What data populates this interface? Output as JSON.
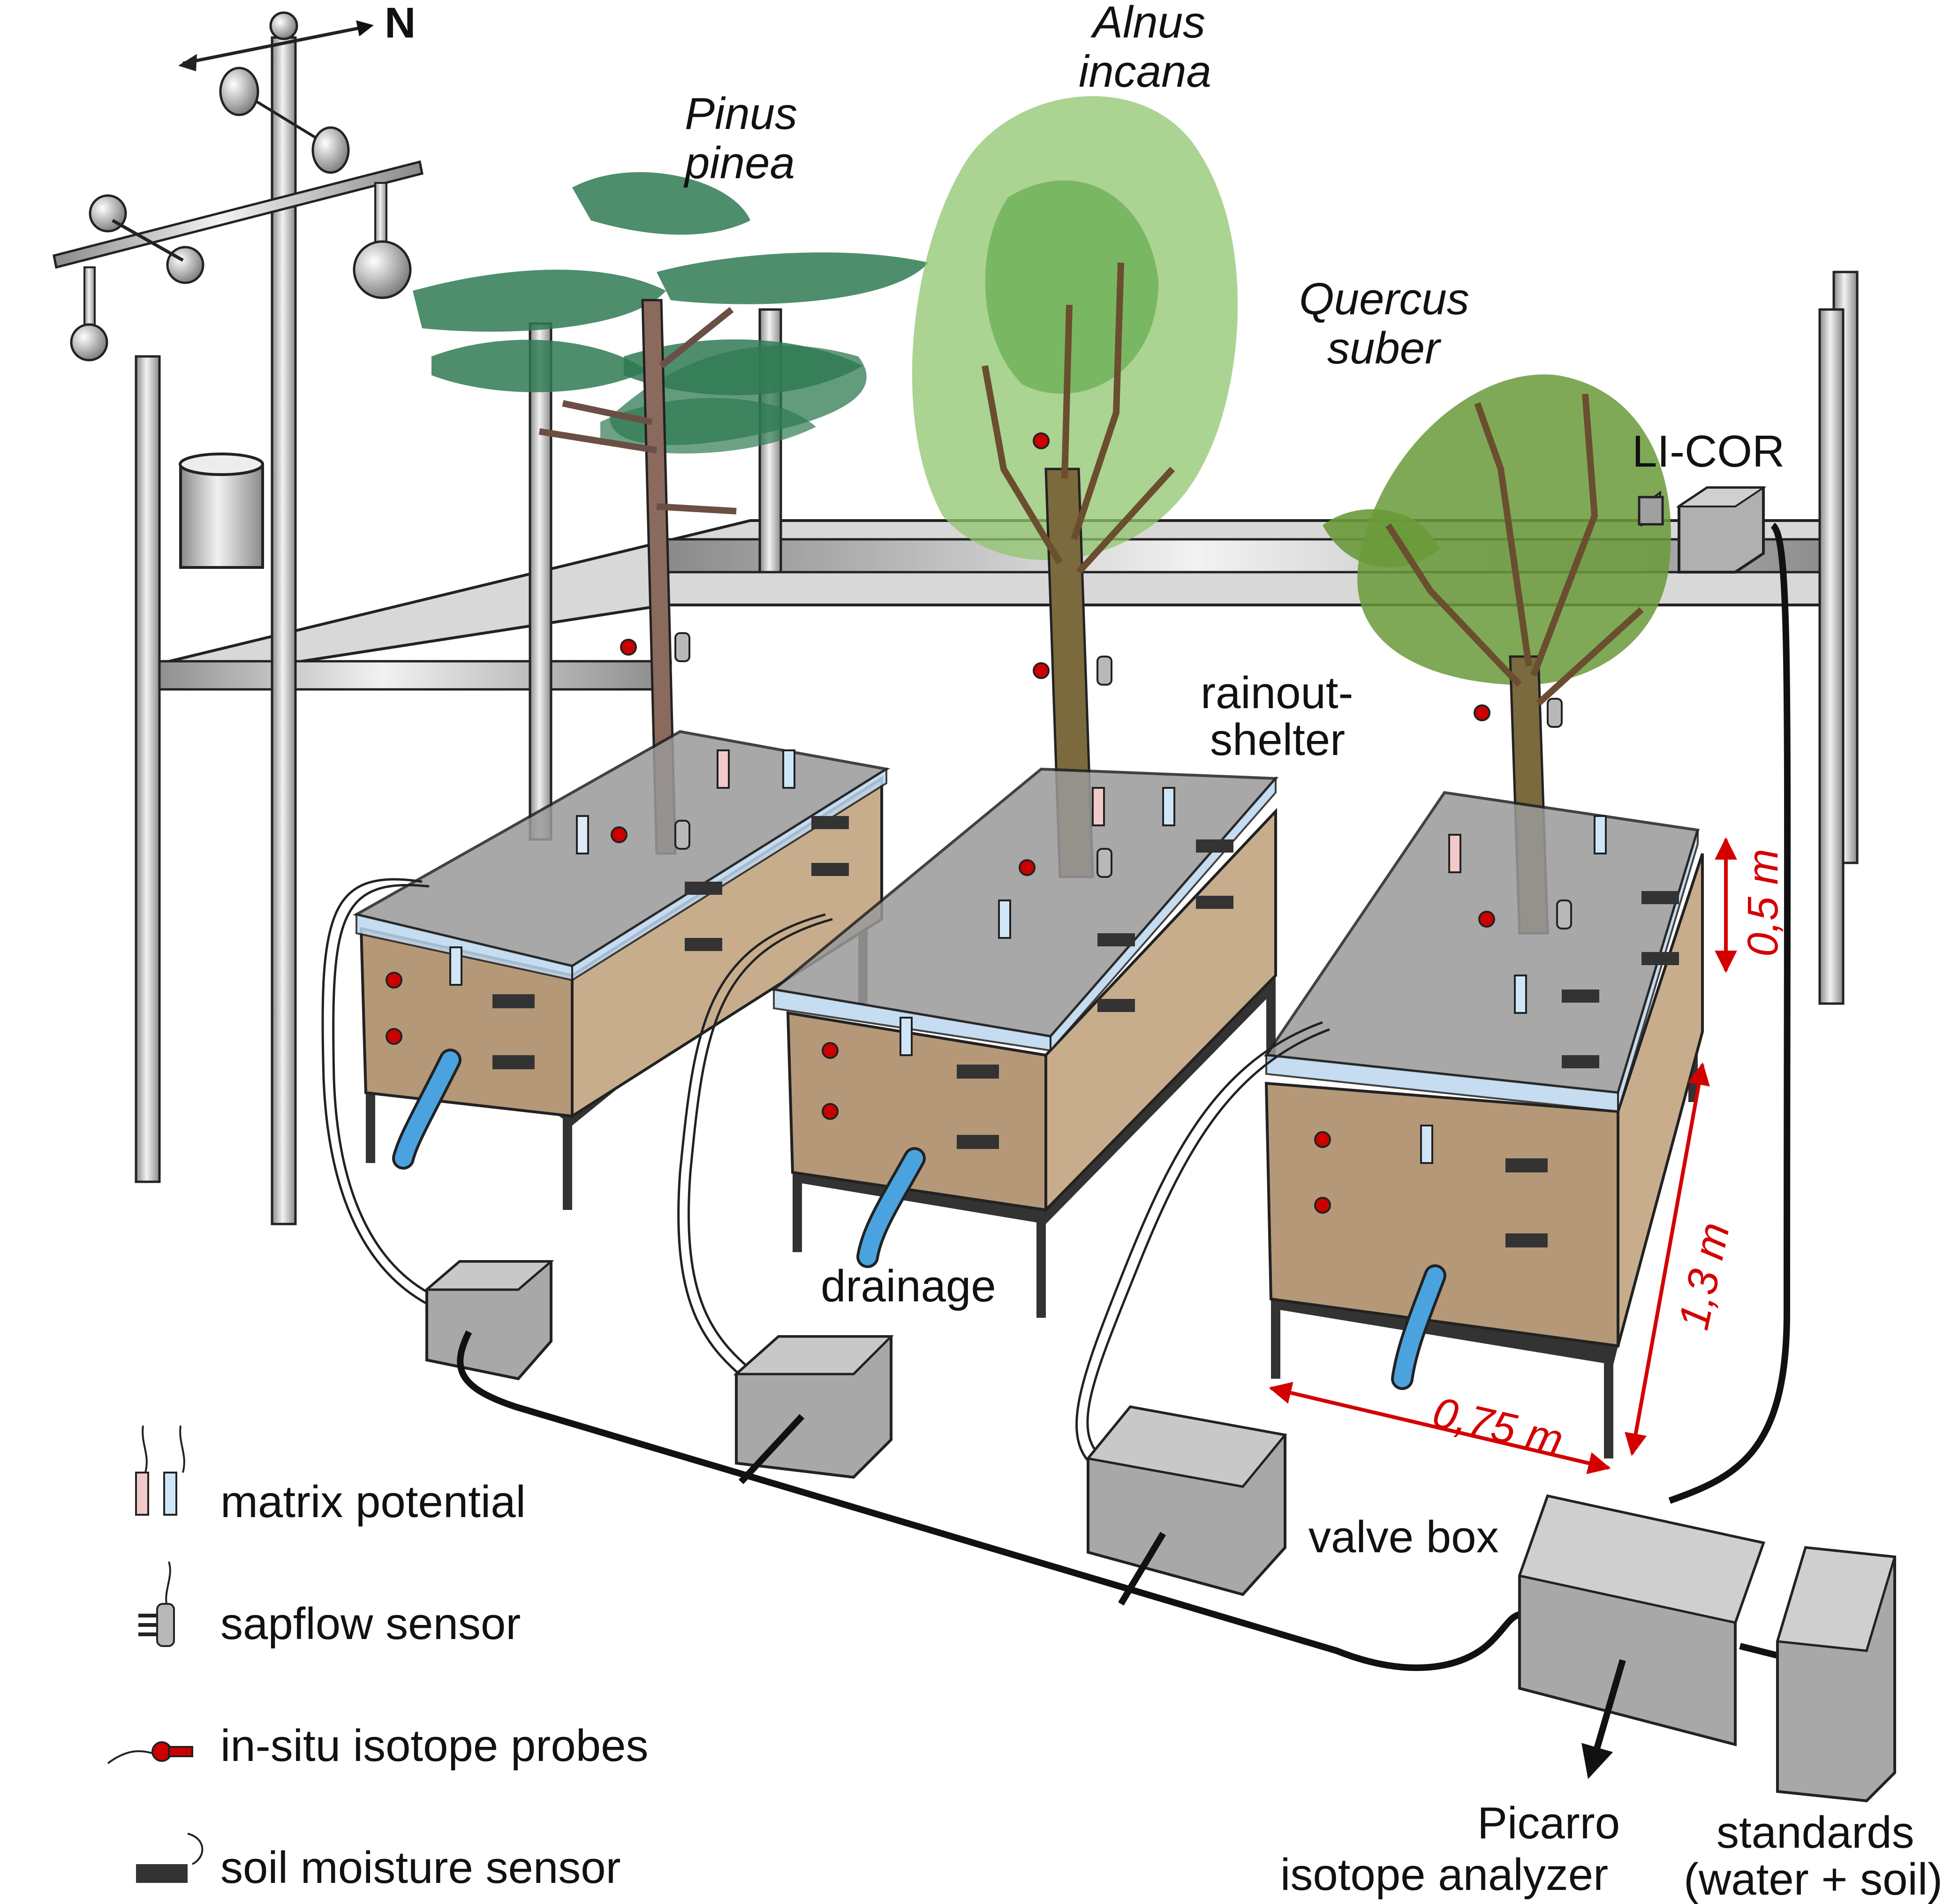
{
  "compass": {
    "north_label": "N"
  },
  "trees": [
    {
      "species_line1": "Pinus",
      "species_line2": "pinea"
    },
    {
      "species_line1": "Alnus",
      "species_line2": "incana"
    },
    {
      "species_line1": "Quercus",
      "species_line2": "suber"
    }
  ],
  "labels": {
    "licor": "LI-COR",
    "rainout_line1": "rainout-",
    "rainout_line2": "shelter",
    "drainage": "drainage",
    "valve_box": "valve box",
    "picarro_line1": "Picarro",
    "picarro_line2": "isotope analyzer",
    "standards_line1": "standards",
    "standards_line2": "(water + soil)"
  },
  "dimensions": {
    "height_top": "0,5 m",
    "height_box": "1,3 m",
    "width": "0,75 m"
  },
  "legend": [
    {
      "icon": "matrix-potential-icon",
      "label": "matrix potential"
    },
    {
      "icon": "sapflow-sensor-icon",
      "label": "sapflow sensor"
    },
    {
      "icon": "isotope-probe-icon",
      "label": "in-situ isotope probes"
    },
    {
      "icon": "soil-moisture-sensor-icon",
      "label": "soil moisture sensor"
    }
  ],
  "colors": {
    "soil": "#c8ad8d",
    "soil_side": "#b59878",
    "shelter": "#bdd6ee",
    "metal": "#c8c8c8",
    "box": "#a8a8a8",
    "red_probe": "#cc0000",
    "drain": "#4aa3df",
    "pine": "#2f7a52",
    "alder": "#8fc46e",
    "oak": "#6a9a3a",
    "dimension": "#d40000"
  }
}
